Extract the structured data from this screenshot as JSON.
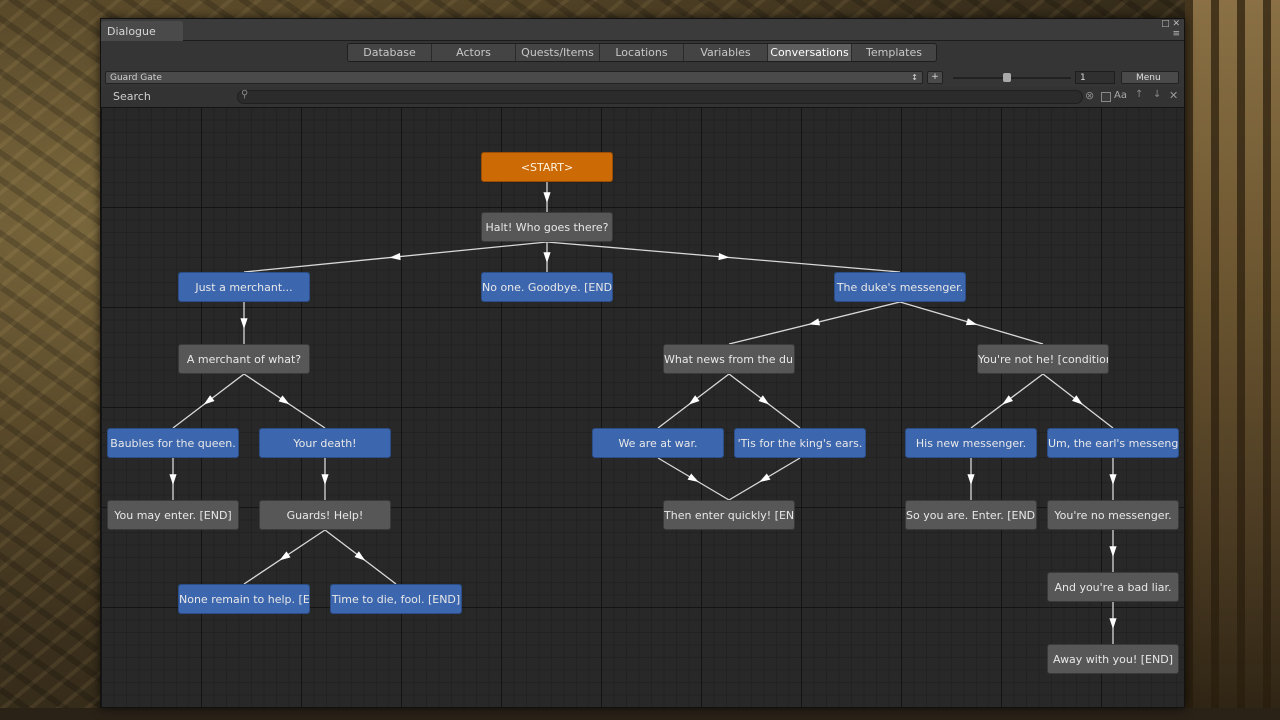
{
  "window": {
    "title": "Dialogue",
    "tabs": [
      "Database",
      "Actors",
      "Quests/Items",
      "Locations",
      "Variables",
      "Conversations",
      "Templates"
    ],
    "active_tab": 5
  },
  "toolbar": {
    "conversation": "Guard Gate",
    "add_label": "+",
    "zoom_value": "1",
    "menu_label": "Menu"
  },
  "search": {
    "label": "Search",
    "case_label": "Aa"
  },
  "colors": {
    "npc_node": "#575757",
    "player_node": "#3c66ad",
    "start_node": "#cc6a06"
  },
  "nodes": [
    {
      "id": "start",
      "text": "<START>",
      "kind": "start"
    },
    {
      "id": "halt",
      "text": "Halt! Who goes there?",
      "kind": "npc"
    },
    {
      "id": "merchant",
      "text": "Just a merchant...",
      "kind": "player"
    },
    {
      "id": "noone",
      "text": "No one. Goodbye. [END]",
      "kind": "player"
    },
    {
      "id": "duke_msgr",
      "text": "The duke's messenger.",
      "kind": "player"
    },
    {
      "id": "merch_what",
      "text": "A merchant of what?",
      "kind": "npc"
    },
    {
      "id": "news",
      "text": "What news from the duke?",
      "kind": "npc"
    },
    {
      "id": "not_he",
      "text": "You're not he! [condition]",
      "kind": "npc"
    },
    {
      "id": "baubles",
      "text": "Baubles for the queen.",
      "kind": "player"
    },
    {
      "id": "your_death",
      "text": "Your death!",
      "kind": "player"
    },
    {
      "id": "war",
      "text": "We are at war.",
      "kind": "player"
    },
    {
      "id": "kings_ears",
      "text": "'Tis for the king's ears.",
      "kind": "player"
    },
    {
      "id": "new_msgr",
      "text": "His new messenger.",
      "kind": "player"
    },
    {
      "id": "earl_msgr",
      "text": "Um, the earl's messenger?",
      "kind": "player"
    },
    {
      "id": "may_enter",
      "text": "You may enter. [END]",
      "kind": "npc"
    },
    {
      "id": "guards",
      "text": "Guards! Help!",
      "kind": "npc"
    },
    {
      "id": "enter_quick",
      "text": "Then enter quickly! [END]",
      "kind": "npc"
    },
    {
      "id": "so_you_are",
      "text": "So you are. Enter. [END]",
      "kind": "npc"
    },
    {
      "id": "no_msgr",
      "text": "You're no messenger.",
      "kind": "npc"
    },
    {
      "id": "none_remain",
      "text": "None remain to help. [END]",
      "kind": "player"
    },
    {
      "id": "time_to_die",
      "text": "Time to die, fool. [END]",
      "kind": "player"
    },
    {
      "id": "bad_liar",
      "text": "And you're a bad liar.",
      "kind": "npc"
    },
    {
      "id": "away",
      "text": "Away with you! [END]",
      "kind": "npc"
    }
  ],
  "links": [
    [
      "start",
      "halt"
    ],
    [
      "halt",
      "merchant"
    ],
    [
      "halt",
      "noone"
    ],
    [
      "halt",
      "duke_msgr"
    ],
    [
      "merchant",
      "merch_what"
    ],
    [
      "duke_msgr",
      "news"
    ],
    [
      "duke_msgr",
      "not_he"
    ],
    [
      "merch_what",
      "baubles"
    ],
    [
      "merch_what",
      "your_death"
    ],
    [
      "news",
      "war"
    ],
    [
      "news",
      "kings_ears"
    ],
    [
      "not_he",
      "new_msgr"
    ],
    [
      "not_he",
      "earl_msgr"
    ],
    [
      "baubles",
      "may_enter"
    ],
    [
      "your_death",
      "guards"
    ],
    [
      "war",
      "enter_quick"
    ],
    [
      "kings_ears",
      "enter_quick"
    ],
    [
      "new_msgr",
      "so_you_are"
    ],
    [
      "earl_msgr",
      "no_msgr"
    ],
    [
      "guards",
      "none_remain"
    ],
    [
      "guards",
      "time_to_die"
    ],
    [
      "no_msgr",
      "bad_liar"
    ],
    [
      "bad_liar",
      "away"
    ]
  ]
}
